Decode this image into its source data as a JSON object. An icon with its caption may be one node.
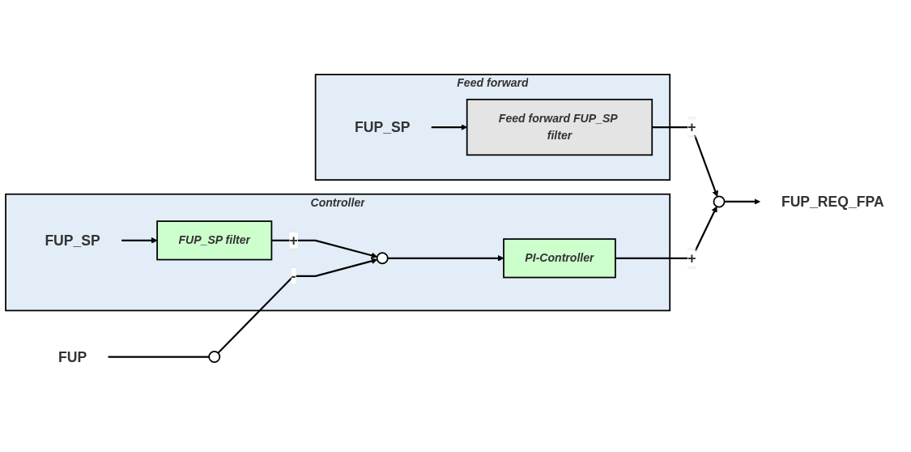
{
  "diagram": {
    "nodes": [
      {
        "text": [
          "Feed forward"
        ]
      },
      {
        "text": [
          "FUP_SP"
        ],
        "in": 0
      },
      {
        "text": [
          "Feed forward FUP_SP filter"
        ],
        "in": 0
      },
      {
        "text": [
          "Controller"
        ]
      },
      {
        "text": [
          "FUP_SP"
        ],
        "in": 3
      },
      {
        "text": [
          "FUP_SP filter"
        ],
        "in": 3
      },
      {
        "text": [],
        "shape": "circle",
        "in": 3
      },
      {
        "text": [
          "PI-Controller"
        ],
        "in": 3
      },
      {
        "text": [],
        "shape": "circle"
      },
      {
        "text": [
          "FUP_REQ_FPA"
        ]
      },
      {
        "text": [],
        "shape": "circle"
      },
      {
        "text": [
          "FUP"
        ]
      }
    ],
    "edges": [
      {
        "from": 1,
        "to": 2,
        "arrow": "to"
      },
      {
        "from": 2,
        "to": 8,
        "arrow": "to",
        "label": "+"
      },
      {
        "from": 4,
        "to": 5,
        "arrow": "to"
      },
      {
        "from": 5,
        "to": 6,
        "arrow": "to",
        "label": "+"
      },
      {
        "from": 6,
        "to": 7,
        "arrow": "to"
      },
      {
        "from": 7,
        "to": 8,
        "arrow": "to",
        "label": "+"
      },
      {
        "from": 8,
        "to": 9,
        "arrow": "to"
      },
      {
        "from": 11,
        "to": 10,
        "arrow": "none"
      },
      {
        "from": 10,
        "to": 6,
        "arrow": "to",
        "label": "-"
      }
    ]
  }
}
